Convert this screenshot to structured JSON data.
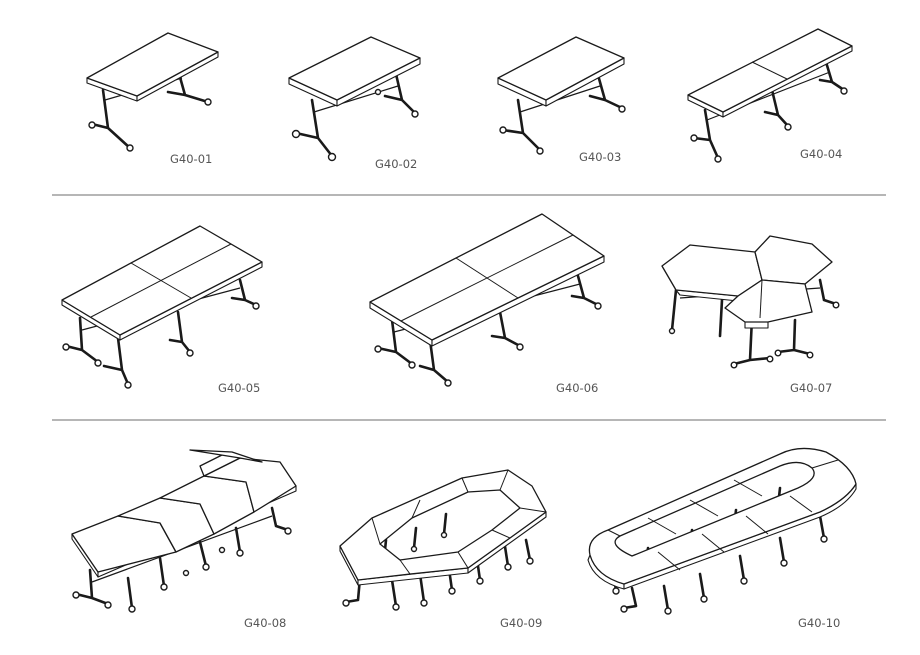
{
  "catalog": {
    "rows": [
      {
        "items": [
          {
            "code": "G40-01",
            "icon": "single-folding-table-icon"
          },
          {
            "code": "G40-02",
            "icon": "single-folding-table-wheeled-icon"
          },
          {
            "code": "G40-03",
            "icon": "single-folding-table-compact-icon"
          },
          {
            "code": "G40-04",
            "icon": "two-table-row-icon"
          }
        ]
      },
      {
        "items": [
          {
            "code": "G40-05",
            "icon": "four-table-block-icon"
          },
          {
            "code": "G40-06",
            "icon": "four-table-conference-icon"
          },
          {
            "code": "G40-07",
            "icon": "three-table-trapezoid-cluster-icon"
          }
        ]
      },
      {
        "items": [
          {
            "code": "G40-08",
            "icon": "six-table-trapezoid-block-icon"
          },
          {
            "code": "G40-09",
            "icon": "hollow-hexagon-arrangement-icon"
          },
          {
            "code": "G40-10",
            "icon": "racetrack-conference-arrangement-icon"
          }
        ]
      }
    ],
    "colors": {
      "line": "#1a1a1a",
      "label": "#555555",
      "divider": "#6e6e6e"
    }
  }
}
